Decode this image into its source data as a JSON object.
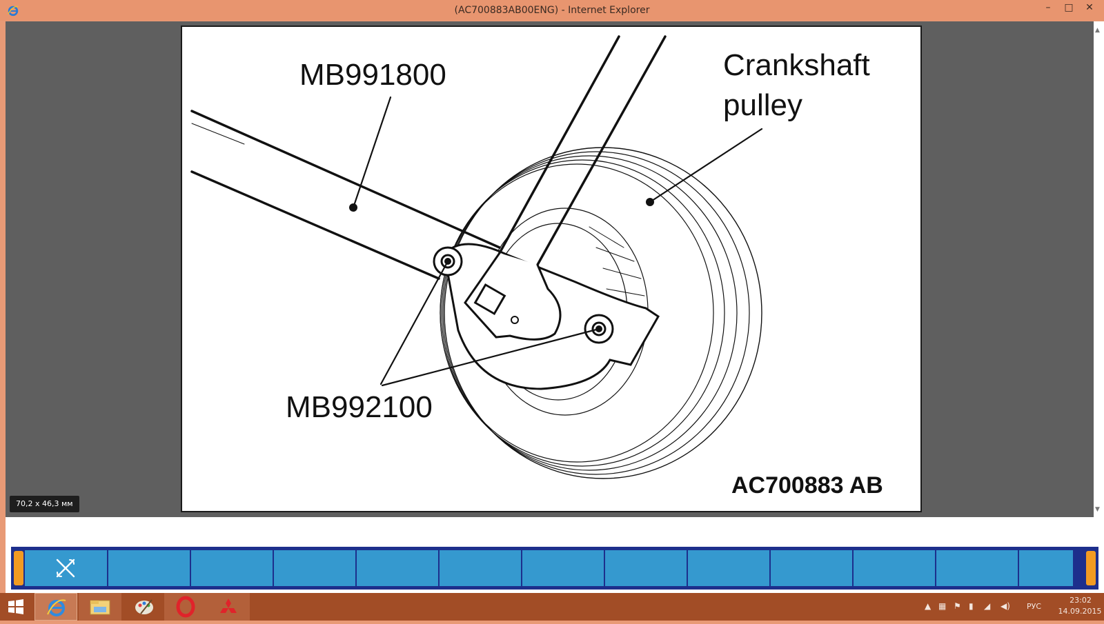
{
  "window": {
    "title": "(AC700883AB00ENG) - Internet Explorer",
    "minimize": "–",
    "maximize": "□",
    "close": "✕"
  },
  "figure": {
    "label_tool_wrench": "MB991800",
    "label_pulley_line1": "Crankshaft",
    "label_pulley_line2": "pulley",
    "label_pins": "MB992100",
    "figure_id": "AC700883 AB"
  },
  "viewer": {
    "size_tooltip": "70,2 x 46,3 мм"
  },
  "toolbar": {
    "button_count": 13,
    "accent": "#3599cf"
  },
  "taskbar": {
    "apps": [
      "start-icon",
      "internet-explorer-icon",
      "file-explorer-icon",
      "paint-icon",
      "opera-icon",
      "mitsubishi-icon"
    ],
    "language": "РУС",
    "time": "23:02",
    "date": "14.09.2015"
  }
}
